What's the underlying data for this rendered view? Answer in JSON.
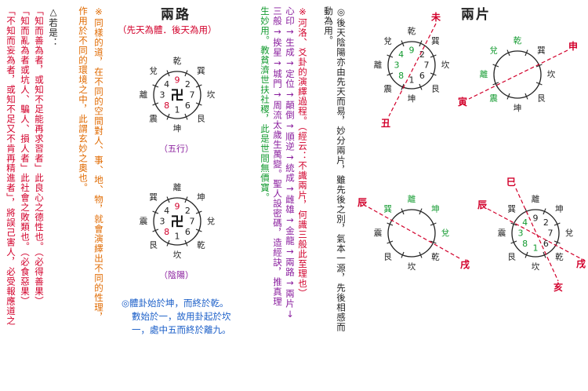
{
  "titles": {
    "left": "兩路",
    "right": "兩片"
  },
  "subtitle_left": "（先天為體．後天為用）",
  "captions": {
    "wuxing": "（五行）",
    "yinyang": "（陰陽）"
  },
  "notes": {
    "right_col1": "◎後天陰陽亦由先天而易，妙分兩片，雖先後之別，氣本一源，先後相感而",
    "right_col2": "動為用。",
    "middle_col1": "※河洛、爻卦的演繹過程。（經云：不識兩片，何識三般此至理也）",
    "middle_col2": "心印→生成→定位→顛倒→順逆→統成→雌雄→金龍→兩路→兩片↓",
    "middle_col3": "三般→挨星→城門→周流太歲生萬變。聖人設密碼，造經訣，推真理",
    "middle_col4": "生妙用。教貧濟世扶社稷，此是世間無價寶。",
    "left_col1": "※同樣的道，在不同的空間對人、事、地、物，就會演繹出不同的性理，",
    "left_col2": "作用於不同的環境之中，此謂玄妙之奧也。",
    "far_left_col1": "△若是：",
    "far_left_col2": "「知而善為者，或知不足能再求習者」此良心之德性也。（必得善果）",
    "far_left_col3": "「知而亂為者或坑人、騙人、損人者」此社會之敗類也。（必食惡果）",
    "far_left_col4": "「不知而妄為者，或知不足又不肯再精進者」，將誤己害人，必受報應道之",
    "bottom_col1": "◎體卦始於坤，而終於乾。",
    "bottom_col2": "數始於一，故用卦起於坎",
    "bottom_col3": "一，處中五而終於離九。"
  },
  "diagrams": {
    "wuxing": {
      "labels": {
        "top": "乾",
        "upper_right": "巽",
        "right": "坎",
        "lower_right": "艮",
        "bottom": "坤",
        "lower_left": "震",
        "left": "離",
        "upper_left": "兌"
      },
      "numbers": {
        "top": "9",
        "upper_right": "2",
        "right": "7",
        "lower_right": "6",
        "bottom": "1",
        "lower_left": "8",
        "left": "3",
        "upper_left": "4"
      },
      "center": "卍"
    },
    "yinyang": {
      "labels": {
        "top": "離",
        "upper_right": "坤",
        "right": "兌",
        "lower_right": "乾",
        "bottom": "坎",
        "lower_left": "艮",
        "left": "震",
        "upper_left": "巽"
      },
      "numbers": {
        "top": "9",
        "upper_right": "2",
        "right": "7",
        "lower_right": "6",
        "bottom": "1",
        "lower_left": "8",
        "left": "3",
        "upper_left": "4"
      },
      "center": "卍"
    },
    "liangpian_tl": {
      "labels": {
        "top": "乾",
        "upper_right": "巽",
        "right": "坎",
        "lower_right": "艮",
        "bottom": "坤",
        "lower_left": "震",
        "left": "離",
        "upper_left": "兌"
      },
      "numbers": {
        "top": "9",
        "upper_right": "2",
        "right": "7",
        "lower_right": "6",
        "bottom": "1",
        "lower_left": "8",
        "left": "3",
        "upper_left": "4"
      },
      "line_top": "未",
      "line_bottom": "丑"
    },
    "liangpian_tr": {
      "labels": {
        "top": "乾",
        "upper_right": "巽",
        "right": "坎",
        "lower_right": "艮",
        "bottom": "坤",
        "lower_left": "震",
        "left": "離",
        "upper_left": "兌"
      },
      "line_top": "申",
      "line_bottom": "寅"
    },
    "liangpian_bl": {
      "labels": {
        "top": "離",
        "upper_right": "坤",
        "right": "兌",
        "lower_right": "乾",
        "bottom": "坎",
        "lower_left": "艮",
        "left": "震",
        "upper_left": "巽"
      },
      "line_top": "辰",
      "line_bottom": "戌"
    },
    "liangpian_br": {
      "labels": {
        "top": "離",
        "upper_right": "坤",
        "right": "兌",
        "lower_right": "乾",
        "bottom": "坎",
        "lower_left": "艮",
        "left": "震",
        "upper_left": "巽"
      },
      "numbers": {
        "top": "9",
        "upper_right": "2",
        "right": "7",
        "lower_right": "6",
        "bottom": "1",
        "lower_left": "8",
        "left": "3",
        "upper_left": "4"
      },
      "marks": {
        "a": "巳",
        "b": "亥",
        "c": "辰",
        "d": "戌"
      }
    }
  },
  "colors": {
    "red": "#d2002b",
    "green": "#129a2f",
    "purple": "#8a1e9e",
    "orange": "#e06a00",
    "blue": "#1a5ec8"
  }
}
